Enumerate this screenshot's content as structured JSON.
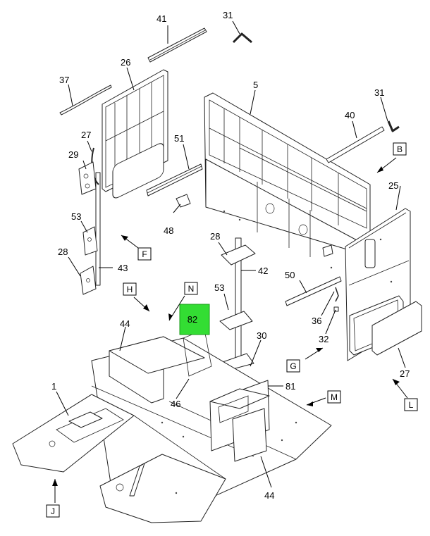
{
  "callouts": {
    "n1": "1",
    "n5": "5",
    "n25": "25",
    "n26": "26",
    "n27a": "27",
    "n27b": "27",
    "n28a": "28",
    "n28b": "28",
    "n29": "29",
    "n30": "30",
    "n31a": "31",
    "n31b": "31",
    "n32": "32",
    "n36": "36",
    "n37": "37",
    "n40": "40",
    "n41": "41",
    "n42": "42",
    "n43": "43",
    "n44a": "44",
    "n44b": "44",
    "n46": "46",
    "n48": "48",
    "n50": "50",
    "n51": "51",
    "n53a": "53",
    "n53b": "53",
    "n81": "81"
  },
  "view_labels": {
    "B": "B",
    "F": "F",
    "H": "H",
    "N": "N",
    "G": "G",
    "M": "M",
    "L": "L",
    "J": "J"
  },
  "highlight": {
    "label": "82",
    "color": "#33dd33"
  }
}
